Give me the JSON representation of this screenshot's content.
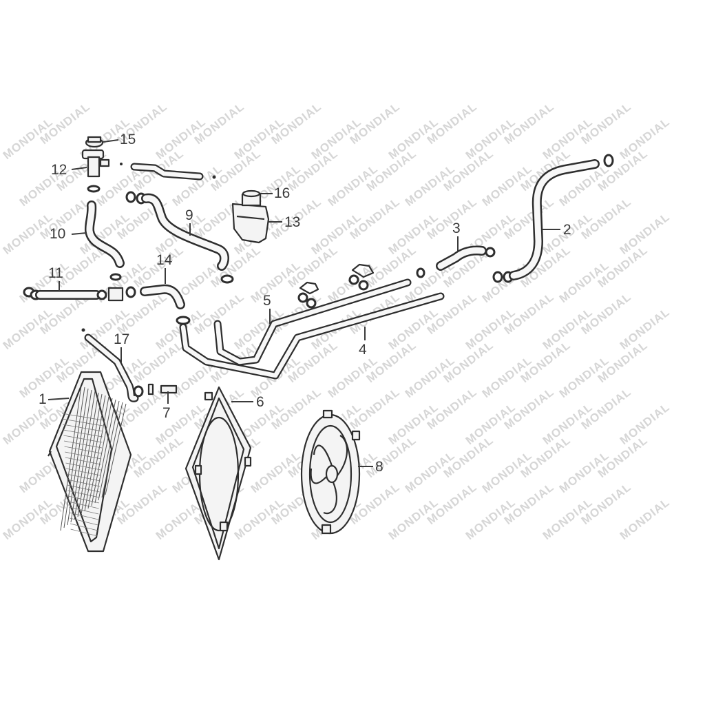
{
  "watermark": "MONDIAL",
  "colors": {
    "line": "#2e2e2e",
    "label": "#3a3a3a",
    "watermark": "#d6d6d6",
    "background": "#ffffff"
  },
  "callouts": {
    "c1": "1",
    "c2": "2",
    "c3": "3",
    "c4": "4",
    "c5": "5",
    "c6": "6",
    "c7": "7",
    "c8": "8",
    "c9": "9",
    "c10": "10",
    "c11": "11",
    "c12": "12",
    "c13": "13",
    "c14": "14",
    "c15": "15",
    "c16": "16",
    "c17": "17"
  }
}
